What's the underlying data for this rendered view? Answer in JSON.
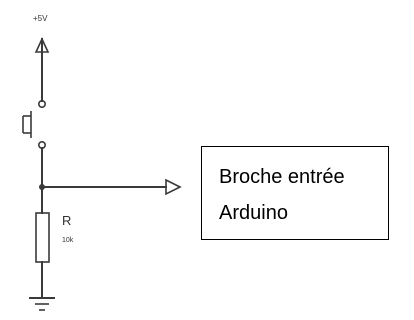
{
  "supply": {
    "label": "+5V"
  },
  "resistor": {
    "name": "R",
    "value": "10k"
  },
  "output_label": {
    "line1": "Broche entrée",
    "line2": "Arduino"
  },
  "colors": {
    "wire": "#3a3a3a",
    "box_border": "#000000",
    "background": "#ffffff"
  }
}
